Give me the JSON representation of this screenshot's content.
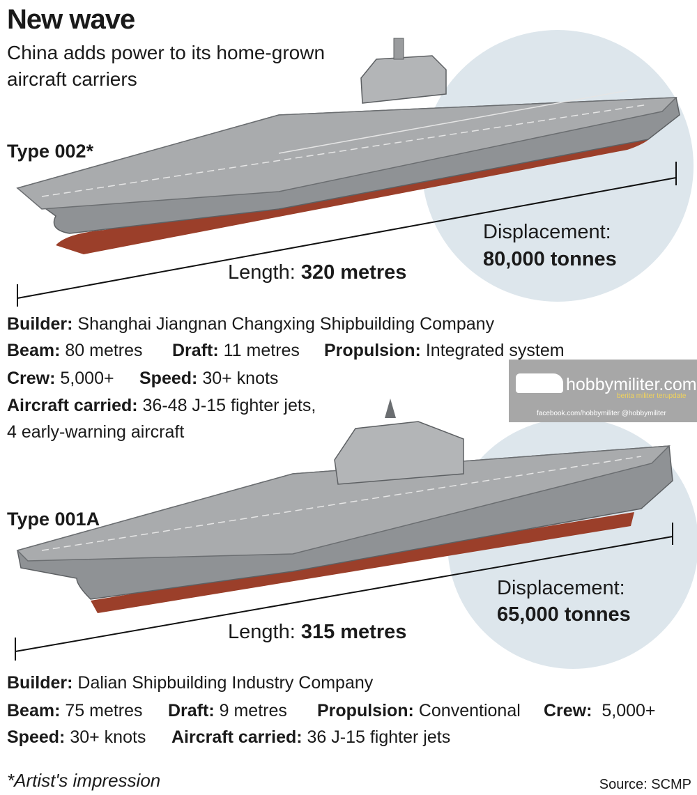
{
  "header": {
    "title": "New wave",
    "subtitle_lines": [
      "China adds power to its home-grown",
      "aircraft carriers"
    ]
  },
  "carriers": [
    {
      "name": "Type 002*",
      "length_label": "Length:",
      "length_value": "320 metres",
      "displacement_label": "Displacement:",
      "displacement_value": "80,000 tonnes",
      "builder_label": "Builder:",
      "builder": "Shanghai Jiangnan Changxing Shipbuilding Company",
      "beam_label": "Beam:",
      "beam": "80 metres",
      "draft_label": "Draft:",
      "draft": "11 metres",
      "propulsion_label": "Propulsion:",
      "propulsion": "Integrated system",
      "crew_label": "Crew:",
      "crew": "5,000+",
      "speed_label": "Speed:",
      "speed": "30+ knots",
      "aircraft_label": "Aircraft carried:",
      "aircraft": "36-48 J-15 fighter jets,",
      "aircraft_2": "4 early-warning aircraft"
    },
    {
      "name": "Type 001A",
      "length_label": "Length:",
      "length_value": "315 metres",
      "displacement_label": "Displacement:",
      "displacement_value": "65,000 tonnes",
      "builder_label": "Builder:",
      "builder": "Dalian Shipbuilding Industry Company",
      "beam_label": "Beam:",
      "beam": "75 metres",
      "draft_label": "Draft:",
      "draft": "9 metres",
      "propulsion_label": "Propulsion:",
      "propulsion": "Conventional",
      "crew_label": "Crew:",
      "crew": "5,000+",
      "speed_label": "Speed:",
      "speed": "30+ knots",
      "aircraft_label": "Aircraft carried:",
      "aircraft": "36 J-15 fighter jets"
    }
  ],
  "watermark": {
    "site": "hobbymiliter.com",
    "tagline": "berita militer terupdate",
    "social": "facebook.com/hobbymiliter  @hobbymiliter"
  },
  "footer": {
    "note": "*Artist's impression",
    "source": "Source: SCMP"
  },
  "colors": {
    "circle": "#dde6ec",
    "hull_red": "#9b3f2a",
    "deck": "#8f9295",
    "deck_light": "#b3b5b7"
  }
}
